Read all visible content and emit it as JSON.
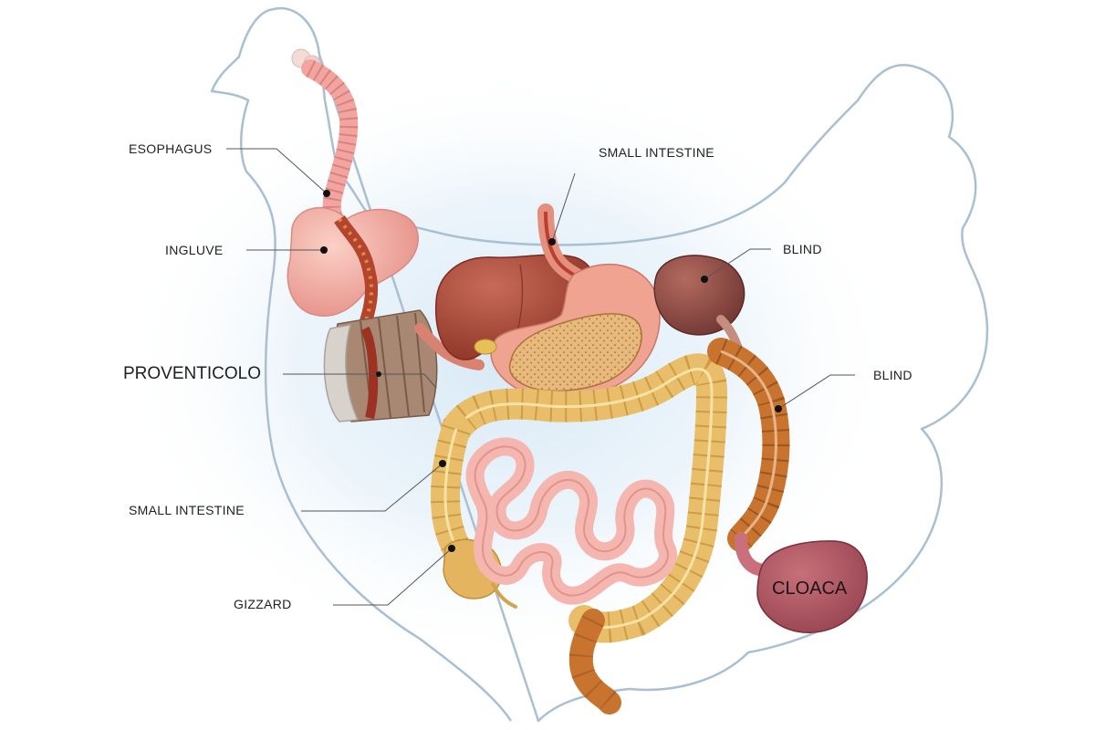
{
  "diagram": {
    "labels": {
      "esophagus": "ESOPHAGUS",
      "ingluve": "INGLUVE",
      "proventicolo": "PROVENTICOLO",
      "small_intestine_left": "SMALL INTESTINE",
      "gizzard": "GIZZARD",
      "small_intestine_top": "SMALL INTESTINE",
      "blind_top": "BLIND",
      "blind_right": "BLIND",
      "cloaca": "CLOACA"
    },
    "colors": {
      "outline": "#a9bfd4",
      "halo": "#d6e8f5",
      "esophagus": "#f2a5a0",
      "crop": "#f3aaa2",
      "liver": "#a94a3c",
      "stomach": "#f0a390",
      "large_intestine": "#e9be6a",
      "small_intestine": "#f4b6ae",
      "cecum": "#c8742f",
      "blind_sac": "#8f4d45",
      "cloaca": "#b0525f",
      "leader_line": "#555555"
    }
  }
}
